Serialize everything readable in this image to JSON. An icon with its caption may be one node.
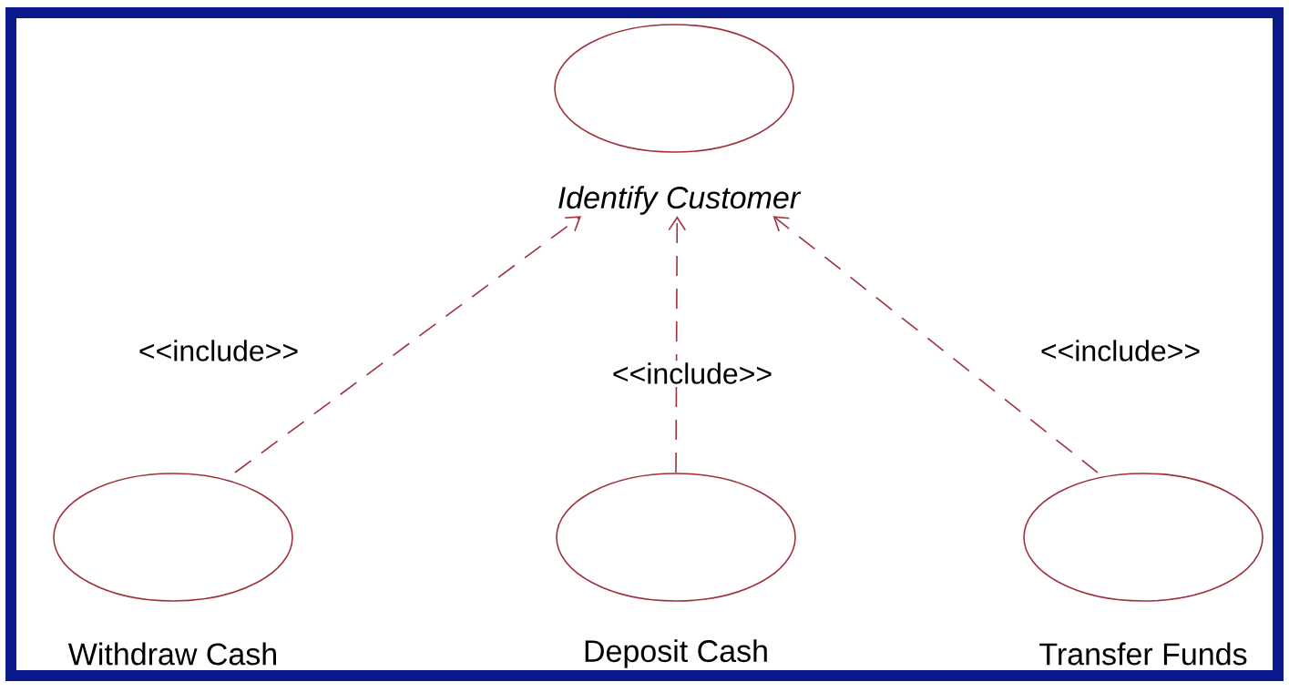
{
  "diagram": {
    "nodes": [
      {
        "text": [
          "Identify Customer"
        ]
      },
      {
        "text": [
          "Withdraw Cash"
        ]
      },
      {
        "text": [
          "Deposit Cash"
        ]
      },
      {
        "text": [
          "Transfer Funds"
        ]
      }
    ],
    "edges": [
      {
        "from": 1,
        "to": 0,
        "arrow": "to",
        "style": "dashed",
        "label": "<<include>>"
      },
      {
        "from": 2,
        "to": 0,
        "arrow": "to",
        "style": "dashed",
        "label": "<<include>>"
      },
      {
        "from": 3,
        "to": 0,
        "arrow": "to",
        "style": "dashed",
        "label": "<<include>>"
      }
    ]
  }
}
